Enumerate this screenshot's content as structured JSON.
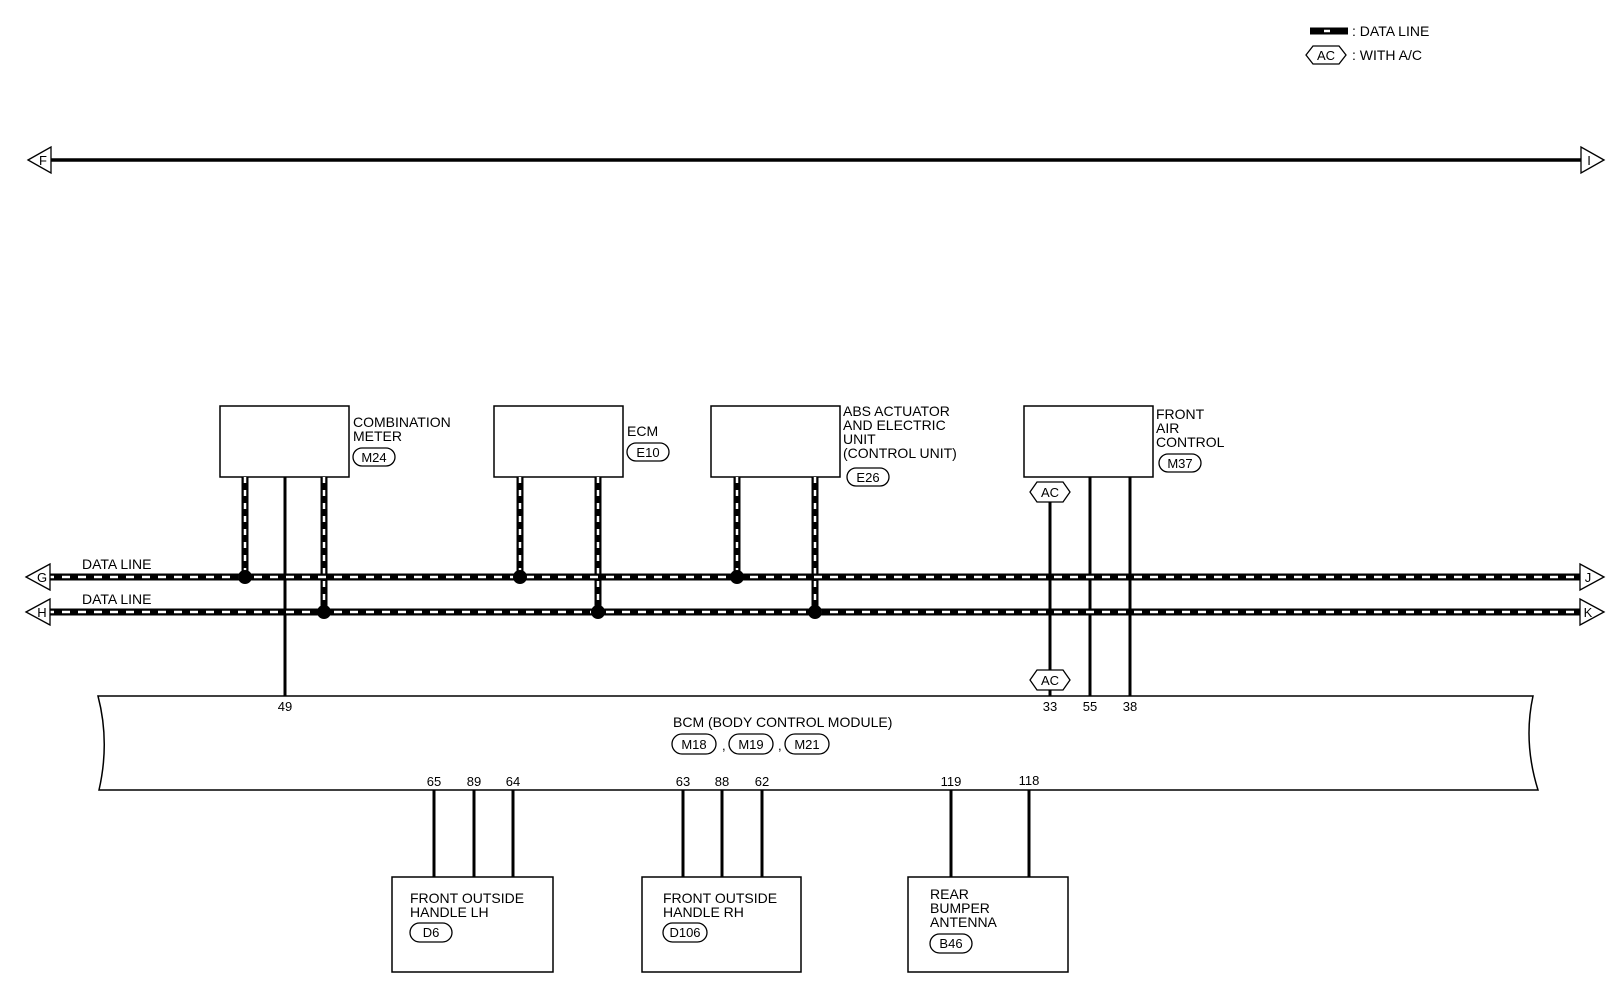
{
  "legend": {
    "data_line": ": DATA LINE",
    "with_ac_tag": "AC",
    "with_ac": ": WITH A/C"
  },
  "connectors_offpage": {
    "F": "F",
    "I": "I",
    "G": "G",
    "J": "J",
    "H": "H",
    "K": "K"
  },
  "bus_labels": {
    "upper": "DATA LINE",
    "lower": "DATA LINE"
  },
  "modules": {
    "combination_meter": {
      "lines": [
        "COMBINATION",
        "METER"
      ],
      "connector": "M24"
    },
    "ecm": {
      "lines": [
        "ECM"
      ],
      "connector": "E10"
    },
    "abs": {
      "lines": [
        "ABS ACTUATOR",
        "AND ELECTRIC",
        "UNIT",
        "(CONTROL UNIT)"
      ],
      "connector": "E26"
    },
    "front_air_control": {
      "lines": [
        "FRONT",
        "AIR",
        "CONTROL"
      ],
      "connector": "M37"
    }
  },
  "ac_tags": {
    "top": "AC",
    "bottom": "AC"
  },
  "bcm": {
    "title": "BCM (BODY CONTROL MODULE)",
    "connectors": [
      "M18",
      "M19",
      "M21"
    ],
    "separator": ",",
    "top_pins": {
      "meter": "49",
      "ac": "33",
      "p55": "55",
      "p38": "38"
    },
    "bottom_pins": {
      "lh": [
        "65",
        "89",
        "64"
      ],
      "rh": [
        "63",
        "88",
        "62"
      ],
      "antenna": [
        "119",
        "118"
      ]
    }
  },
  "devices": {
    "handle_lh": {
      "lines": [
        "FRONT OUTSIDE",
        "HANDLE LH"
      ],
      "connector": "D6"
    },
    "handle_rh": {
      "lines": [
        "FRONT OUTSIDE",
        "HANDLE RH"
      ],
      "connector": "D106"
    },
    "antenna": {
      "lines": [
        "REAR",
        "BUMPER",
        "ANTENNA"
      ],
      "connector": "B46"
    }
  }
}
